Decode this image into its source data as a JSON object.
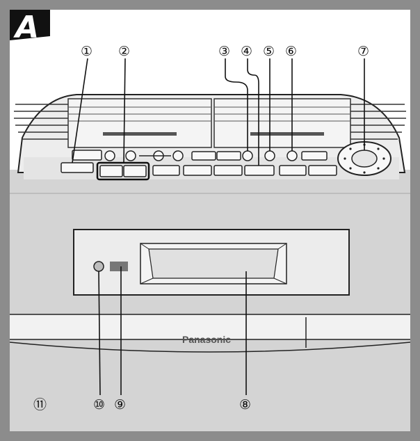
{
  "panel": {
    "letter": "A",
    "brand": "Panasonic",
    "colors": {
      "frame": "#8c8c8c",
      "body": "#d6d6d6",
      "upper_body": "#e8e8e8",
      "front": "#c4c4c4",
      "display": "#e6e6e6",
      "outline": "#222222"
    }
  },
  "callouts": [
    {
      "id": "c1",
      "label": "①"
    },
    {
      "id": "c2",
      "label": "②"
    },
    {
      "id": "c3",
      "label": "③"
    },
    {
      "id": "c4",
      "label": "④"
    },
    {
      "id": "c5",
      "label": "⑤"
    },
    {
      "id": "c6",
      "label": "⑥"
    },
    {
      "id": "c7",
      "label": "⑦"
    },
    {
      "id": "c8",
      "label": "⑧"
    },
    {
      "id": "c9",
      "label": "⑨"
    },
    {
      "id": "c10",
      "label": "⑩"
    },
    {
      "id": "c11",
      "label": "⑪"
    }
  ]
}
